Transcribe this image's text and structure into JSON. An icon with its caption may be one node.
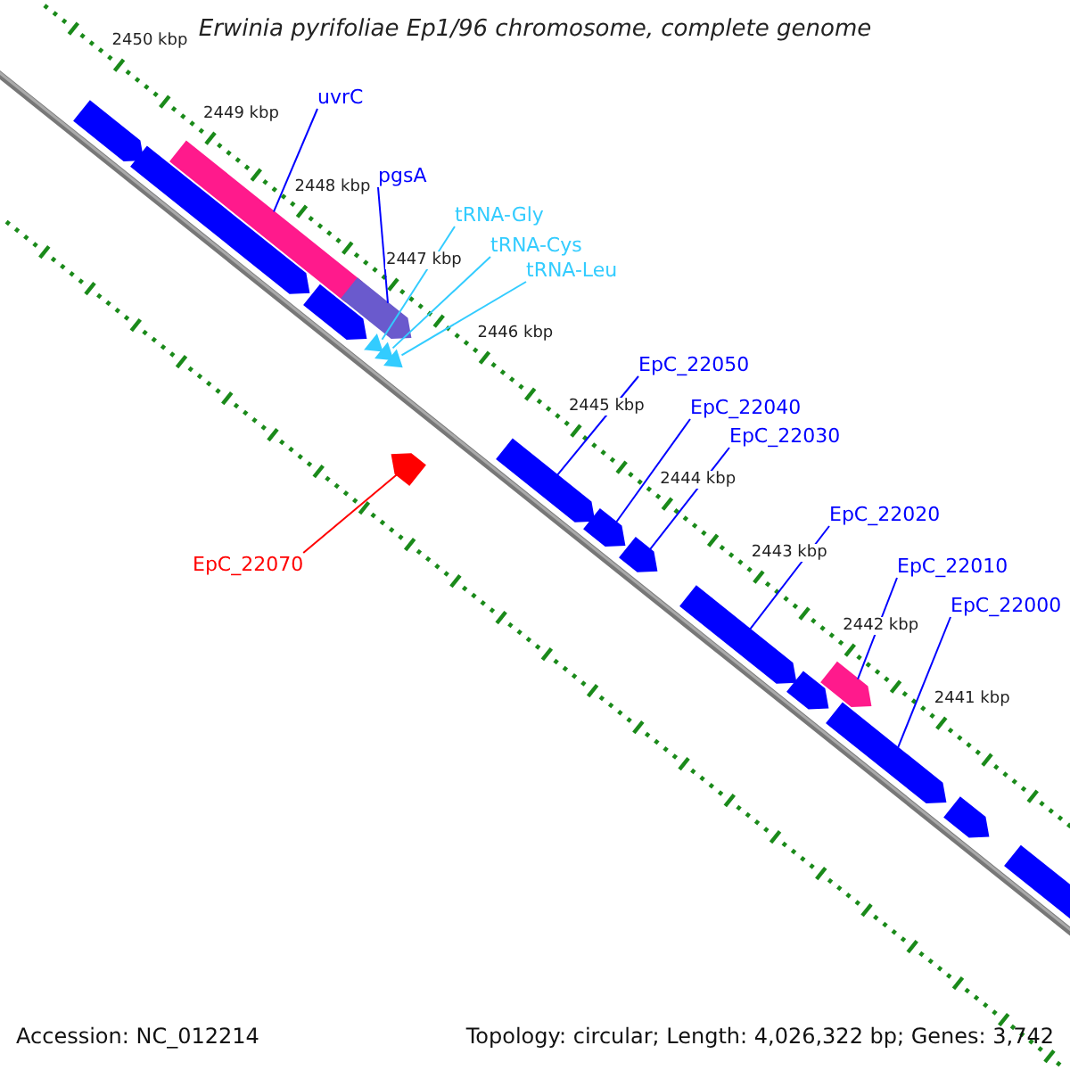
{
  "diagram": {
    "title": "Erwinia pyrifoliae Ep1/96 chromosome, complete genome",
    "nodes": [
      {
        "text": [],
        "shape": "arrow"
      },
      {
        "text": [],
        "shape": "bar"
      },
      {
        "text": [],
        "shape": "arrow"
      },
      {
        "text": [],
        "shape": "arrow"
      },
      {
        "text": [],
        "shape": "arrow"
      },
      {
        "text": [],
        "shape": "triangle"
      },
      {
        "text": [],
        "shape": "triangle"
      },
      {
        "text": [],
        "shape": "triangle"
      },
      {
        "text": [],
        "shape": "arrow"
      },
      {
        "text": [],
        "shape": "arrow"
      },
      {
        "text": [],
        "shape": "arrow"
      },
      {
        "text": [],
        "shape": "arrow"
      },
      {
        "text": [],
        "shape": "arrow"
      },
      {
        "text": [],
        "shape": "arrow"
      },
      {
        "text": [],
        "shape": "arrow"
      },
      {
        "text": [],
        "shape": "arrow"
      },
      {
        "text": [],
        "shape": "arrow"
      },
      {
        "text": [],
        "shape": "arrow"
      },
      {
        "text": [
          "uvrC"
        ]
      },
      {
        "text": [
          "pgsA"
        ]
      },
      {
        "text": [
          "tRNA-Gly"
        ]
      },
      {
        "text": [
          "tRNA-Cys"
        ]
      },
      {
        "text": [
          "tRNA-Leu"
        ]
      },
      {
        "text": [
          "EpC_22070"
        ]
      },
      {
        "text": [
          "EpC_22050"
        ]
      },
      {
        "text": [
          "EpC_22040"
        ]
      },
      {
        "text": [
          "EpC_22030"
        ]
      },
      {
        "text": [
          "EpC_22020"
        ]
      },
      {
        "text": [
          "EpC_22010"
        ]
      },
      {
        "text": [
          "EpC_22000"
        ]
      }
    ],
    "edges": [
      {
        "from": 18,
        "to": 1,
        "arrow": "none"
      },
      {
        "from": 19,
        "to": 3,
        "arrow": "none"
      },
      {
        "from": 20,
        "to": 5,
        "arrow": "none",
        "color": "#33ccff"
      },
      {
        "from": 21,
        "to": 6,
        "arrow": "none",
        "color": "#33ccff"
      },
      {
        "from": 22,
        "to": 7,
        "arrow": "none",
        "color": "#33ccff"
      },
      {
        "from": 23,
        "to": 8,
        "arrow": "none",
        "color": "#ff0000"
      },
      {
        "from": 24,
        "to": 9,
        "arrow": "none"
      },
      {
        "from": 25,
        "to": 10,
        "arrow": "none"
      },
      {
        "from": 26,
        "to": 11,
        "arrow": "none"
      },
      {
        "from": 27,
        "to": 12,
        "arrow": "none"
      },
      {
        "from": 28,
        "to": 13,
        "arrow": "none"
      },
      {
        "from": 29,
        "to": 15,
        "arrow": "none"
      }
    ],
    "labels": [
      "2450 kbp",
      "2449 kbp",
      "2448 kbp",
      "2447 kbp",
      "2446 kbp",
      "2445 kbp",
      "2444 kbp",
      "2443 kbp",
      "2442 kbp",
      "2441 kbp",
      "Accession: NC_012214",
      "Topology: circular; Length: 4,026,322 bp; Genes: 3,742"
    ]
  }
}
